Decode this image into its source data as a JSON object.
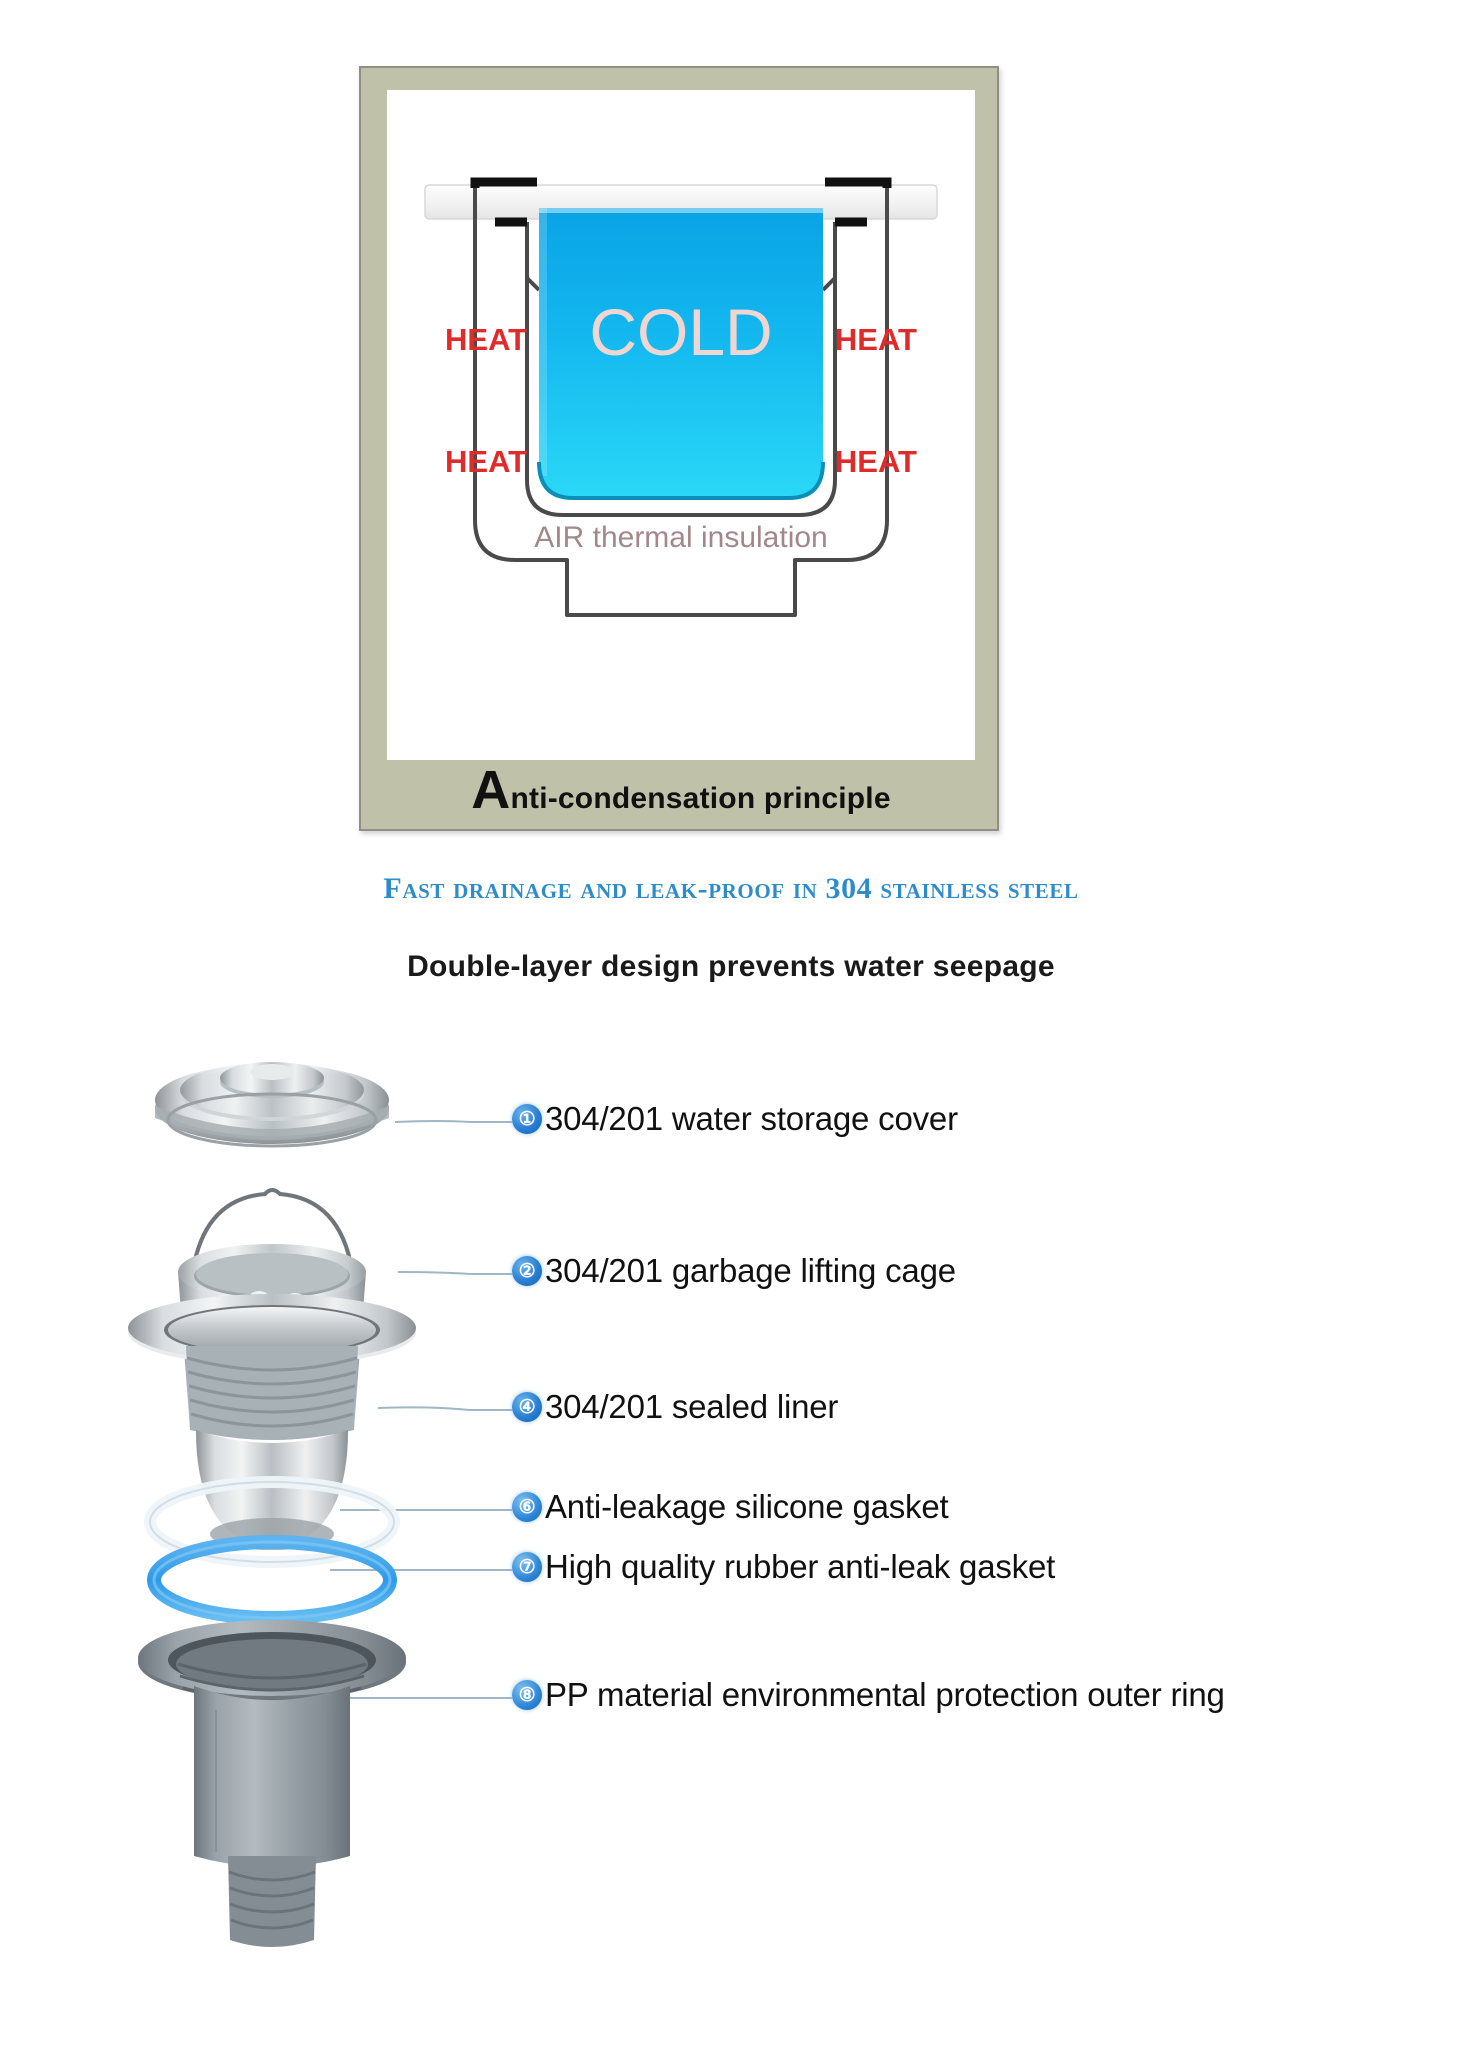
{
  "diagram": {
    "heat_labels": [
      "HEAT",
      "HEAT",
      "HEAT",
      "HEAT"
    ],
    "cold_label": "COLD",
    "insulation_label": "AIR  thermal  insulation",
    "caption_initial": "A",
    "caption_rest": "nti-condensation  principle",
    "colors": {
      "frame": "#bfc2a9",
      "frame_border": "#8f8f86",
      "heat_text": "#e02b2b",
      "cold_text": "#f0d6d2",
      "insulation_text": "#a08a8c",
      "liquid_top": "#0aa6e8",
      "liquid_bottom": "#23d2f5",
      "outline": "#3d3d3d"
    }
  },
  "headline": {
    "text": "Fast drainage  and leak-proof in 304 stainless steel",
    "color": "#2f8ccb"
  },
  "subtitle": {
    "text": "Double-layer  design  prevents  water  seepage"
  },
  "parts": {
    "bullet_color": "#2b7fd4",
    "items": [
      {
        "num": "①",
        "label": "304/201 water storage cover"
      },
      {
        "num": "②",
        "label": "304/201 garbage lifting cage"
      },
      {
        "num": "④",
        "label": "304/201 sealed liner"
      },
      {
        "num": "⑥",
        "label": "Anti-leakage silicone gasket"
      },
      {
        "num": "⑦",
        "label": "High quality rubber anti-leak gasket"
      },
      {
        "num": "⑧",
        "label": "PP material environmental protection outer ring"
      }
    ]
  }
}
